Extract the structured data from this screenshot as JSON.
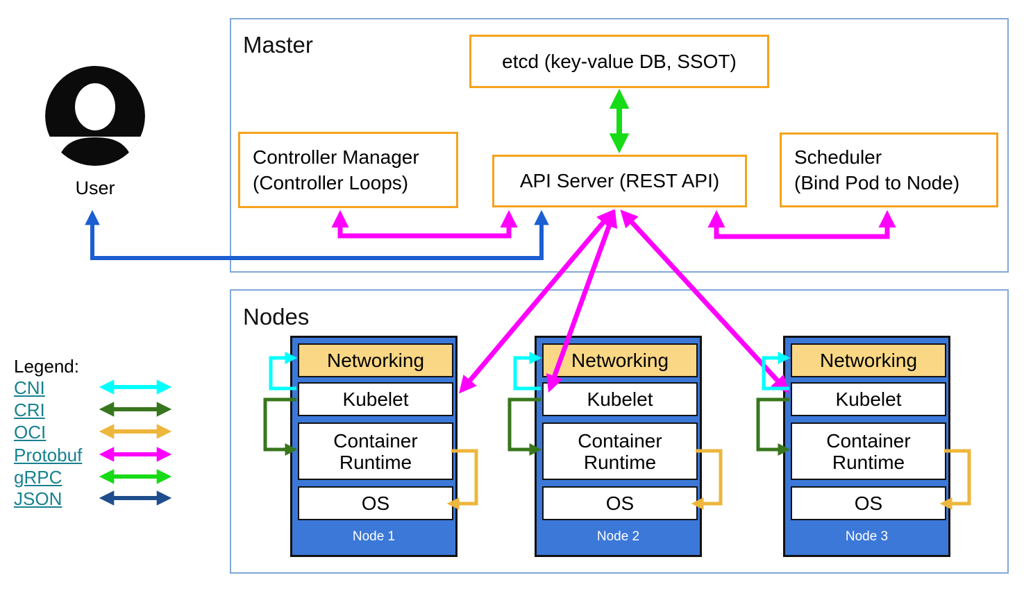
{
  "master": {
    "title": "Master",
    "etcd_label": "etcd (key-value DB, SSOT)",
    "api_server_label": "API Server (REST API)",
    "controller_manager": {
      "line1": "Controller Manager",
      "line2": "(Controller Loops)"
    },
    "scheduler": {
      "line1": "Scheduler",
      "line2": "(Bind Pod to Node)"
    }
  },
  "user": {
    "label": "User"
  },
  "nodes_section": {
    "title": "Nodes",
    "items": [
      {
        "name": "Node 1",
        "layers": {
          "networking": "Networking",
          "kubelet": "Kubelet",
          "runtime": "Container Runtime",
          "os": "OS"
        }
      },
      {
        "name": "Node 2",
        "layers": {
          "networking": "Networking",
          "kubelet": "Kubelet",
          "runtime": "Container Runtime",
          "os": "OS"
        }
      },
      {
        "name": "Node 3",
        "layers": {
          "networking": "Networking",
          "kubelet": "Kubelet",
          "runtime": "Container Runtime",
          "os": "OS"
        }
      }
    ]
  },
  "legend": {
    "title": "Legend:",
    "items": [
      {
        "label": "CNI",
        "color": "#00FFFF"
      },
      {
        "label": "CRI",
        "color": "#38761D"
      },
      {
        "label": "OCI",
        "color": "#EDB63C"
      },
      {
        "label": "Protobuf",
        "color": "#FF00FF"
      },
      {
        "label": "gRPC",
        "color": "#16DB16"
      },
      {
        "label": "JSON",
        "color": "#1F4E8C"
      }
    ]
  },
  "colors": {
    "component_border_orange": "#F6A21C",
    "container_border_blue": "#7FA8D9",
    "node_fill_blue": "#3C78D8",
    "networking_fill": "#FAD784",
    "user_arrow_blue": "#1B5FD1",
    "legend_link_teal": "#17818F"
  }
}
